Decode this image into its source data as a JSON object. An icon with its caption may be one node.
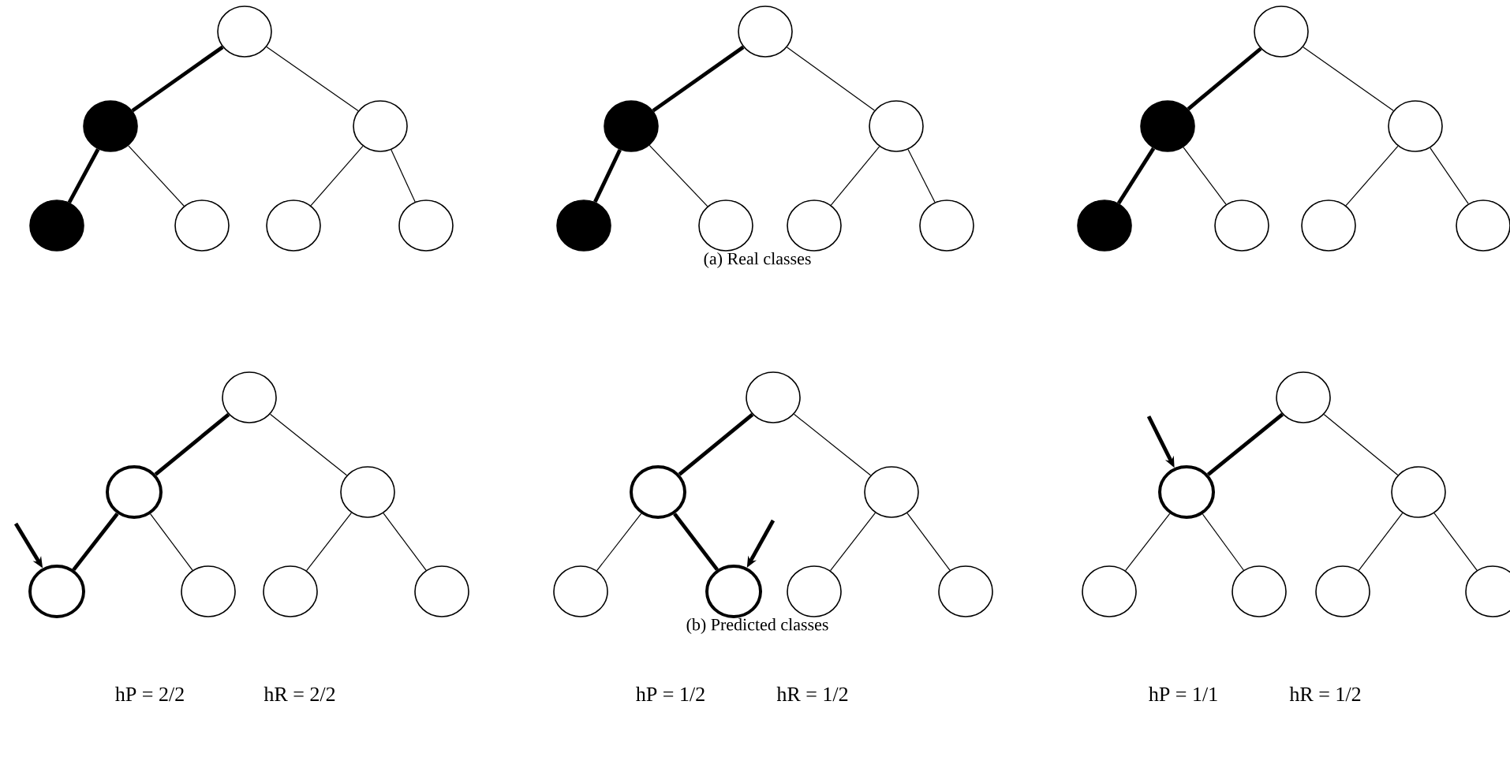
{
  "diagram": {
    "nodes": [
      {
        "text": [],
        "shape": "circle"
      },
      {
        "text": [],
        "shape": "circle"
      },
      {
        "text": [],
        "shape": "circle"
      },
      {
        "text": [],
        "shape": "circle"
      },
      {
        "text": [],
        "shape": "circle"
      },
      {
        "text": [],
        "shape": "circle"
      },
      {
        "text": [],
        "shape": "circle"
      },
      {
        "text": [],
        "shape": "circle"
      },
      {
        "text": [],
        "shape": "circle"
      },
      {
        "text": [],
        "shape": "circle"
      },
      {
        "text": [],
        "shape": "circle"
      },
      {
        "text": [],
        "shape": "circle"
      },
      {
        "text": [],
        "shape": "circle"
      },
      {
        "text": [],
        "shape": "circle"
      },
      {
        "text": [],
        "shape": "circle"
      },
      {
        "text": [],
        "shape": "circle"
      },
      {
        "text": [],
        "shape": "circle"
      },
      {
        "text": [],
        "shape": "circle"
      },
      {
        "text": [],
        "shape": "circle"
      },
      {
        "text": [],
        "shape": "circle"
      },
      {
        "text": [],
        "shape": "circle"
      },
      {
        "text": [],
        "shape": "circle"
      },
      {
        "text": [],
        "shape": "circle"
      },
      {
        "text": [],
        "shape": "circle"
      },
      {
        "text": [],
        "shape": "circle"
      },
      {
        "text": [],
        "shape": "circle"
      },
      {
        "text": [],
        "shape": "circle"
      },
      {
        "text": [],
        "shape": "circle"
      },
      {
        "text": [],
        "shape": "circle"
      },
      {
        "text": [],
        "shape": "circle"
      },
      {
        "text": [],
        "shape": "circle"
      },
      {
        "text": [],
        "shape": "circle"
      },
      {
        "text": [],
        "shape": "circle"
      },
      {
        "text": [],
        "shape": "circle"
      },
      {
        "text": [],
        "shape": "circle"
      },
      {
        "text": [],
        "shape": "circle"
      },
      {
        "text": [],
        "shape": "circle"
      },
      {
        "text": [],
        "shape": "circle"
      },
      {
        "text": [],
        "shape": "circle"
      },
      {
        "text": [],
        "shape": "circle"
      },
      {
        "text": [],
        "shape": "circle"
      },
      {
        "text": [],
        "shape": "circle"
      }
    ],
    "edges": [
      {
        "from": 0,
        "to": 1,
        "arrow": "none",
        "style": "thick"
      },
      {
        "from": 0,
        "to": 2,
        "arrow": "none"
      },
      {
        "from": 1,
        "to": 3,
        "arrow": "none",
        "style": "thick"
      },
      {
        "from": 1,
        "to": 4,
        "arrow": "none"
      },
      {
        "from": 2,
        "to": 5,
        "arrow": "none"
      },
      {
        "from": 2,
        "to": 6,
        "arrow": "none"
      },
      {
        "from": 7,
        "to": 8,
        "arrow": "none",
        "style": "thick"
      },
      {
        "from": 7,
        "to": 9,
        "arrow": "none"
      },
      {
        "from": 8,
        "to": 10,
        "arrow": "none",
        "style": "thick"
      },
      {
        "from": 8,
        "to": 11,
        "arrow": "none"
      },
      {
        "from": 9,
        "to": 12,
        "arrow": "none"
      },
      {
        "from": 9,
        "to": 13,
        "arrow": "none"
      },
      {
        "from": 14,
        "to": 15,
        "arrow": "none",
        "style": "thick"
      },
      {
        "from": 14,
        "to": 16,
        "arrow": "none"
      },
      {
        "from": 15,
        "to": 17,
        "arrow": "none",
        "style": "thick"
      },
      {
        "from": 15,
        "to": 18,
        "arrow": "none"
      },
      {
        "from": 16,
        "to": 19,
        "arrow": "none"
      },
      {
        "from": 16,
        "to": 20,
        "arrow": "none"
      },
      {
        "from": 21,
        "to": 22,
        "arrow": "none",
        "style": "thick"
      },
      {
        "from": 21,
        "to": 23,
        "arrow": "none"
      },
      {
        "from": 22,
        "to": 24,
        "arrow": "none",
        "style": "thick"
      },
      {
        "from": 22,
        "to": 25,
        "arrow": "none"
      },
      {
        "from": 23,
        "to": 26,
        "arrow": "none"
      },
      {
        "from": 23,
        "to": 27,
        "arrow": "none"
      },
      {
        "from": 28,
        "to": 29,
        "arrow": "none",
        "style": "thick"
      },
      {
        "from": 28,
        "to": 30,
        "arrow": "none"
      },
      {
        "from": 29,
        "to": 31,
        "arrow": "none"
      },
      {
        "from": 29,
        "to": 32,
        "arrow": "none",
        "style": "thick"
      },
      {
        "from": 30,
        "to": 33,
        "arrow": "none"
      },
      {
        "from": 30,
        "to": 34,
        "arrow": "none"
      },
      {
        "from": 35,
        "to": 36,
        "arrow": "none",
        "style": "thick"
      },
      {
        "from": 35,
        "to": 37,
        "arrow": "none"
      },
      {
        "from": 36,
        "to": 38,
        "arrow": "none"
      },
      {
        "from": 36,
        "to": 39,
        "arrow": "none"
      },
      {
        "from": 37,
        "to": 40,
        "arrow": "none"
      },
      {
        "from": 37,
        "to": 41,
        "arrow": "none"
      },
      {
        "from": null,
        "to": 24,
        "arrow": "to",
        "style": "thick"
      },
      {
        "from": null,
        "to": 32,
        "arrow": "to",
        "style": "thick"
      },
      {
        "from": null,
        "to": 36,
        "arrow": "to",
        "style": "thick"
      }
    ],
    "labels": [
      "(a) Real classes",
      "(b) Predicted classes",
      "hP = 2/2",
      "hR = 2/2",
      "hP = 1/2",
      "hR = 1/2",
      "hP = 1/1",
      "hR = 1/2"
    ]
  }
}
